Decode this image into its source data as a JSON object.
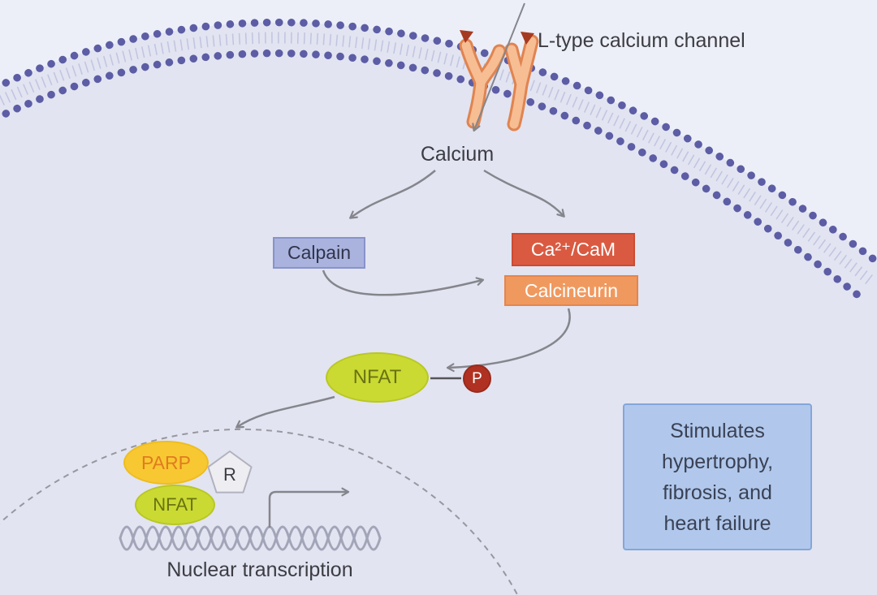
{
  "labels": {
    "channel": "L-type calcium channel",
    "calcium": "Calcium",
    "nuclear_transcription": "Nuclear transcription"
  },
  "nodes": {
    "calpain": "Calpain",
    "ca_cam": "Ca²⁺/CaM",
    "calcineurin": "Calcineurin",
    "nfat": "NFAT",
    "phosphate": "P",
    "parp": "PARP",
    "r_cofactor": "R",
    "nfat_nuclear": "NFAT"
  },
  "outcome": {
    "text": "Stimulates hypertrophy, fibrosis, and heart failure"
  },
  "colors": {
    "background_inside": "#e2e4f1",
    "background_outside": "#edeff8",
    "membrane_dot": "#5c5da5",
    "channel_fill": "#f7bd93",
    "channel_outline": "#e08450",
    "channel_gate_triangle": "#a63a20",
    "arrow": "#85868c",
    "calpain_fill": "#a9b3dd",
    "ca_cam_fill": "#da5a41",
    "calcineurin_fill": "#f0995f",
    "nfat_fill": "#cbda33",
    "phosphate_fill": "#b03122",
    "parp_fill": "#f8c833",
    "r_fill": "#ededf2",
    "dna": "#a2a4b8",
    "nucleus_dash": "#97979f",
    "outcome_fill": "#b1c8ec",
    "outcome_border": "#84a6da"
  }
}
